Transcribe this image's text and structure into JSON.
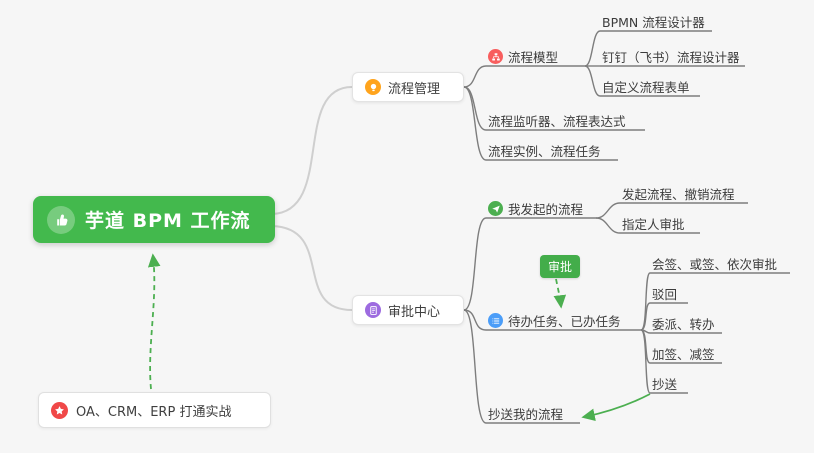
{
  "root": {
    "label": "芋道 BPM 工作流"
  },
  "note": {
    "label": "OA、CRM、ERP 打通实战"
  },
  "process": {
    "label": "流程管理",
    "model": {
      "label": "流程模型"
    },
    "bpmn": {
      "label": "BPMN 流程设计器"
    },
    "dingtalk": {
      "label": "钉钉（飞书）流程设计器"
    },
    "custom_form": {
      "label": "自定义流程表单"
    },
    "listener": {
      "label": "流程监听器、流程表达式"
    },
    "instance": {
      "label": "流程实例、流程任务"
    }
  },
  "approval": {
    "label": "审批中心",
    "my_initiated": {
      "label": "我发起的流程"
    },
    "initiate_cancel": {
      "label": "发起流程、撤销流程"
    },
    "assignee": {
      "label": "指定人审批"
    },
    "tasks": {
      "label": "待办任务、已办任务"
    },
    "countersign": {
      "label": "会签、或签、依次审批"
    },
    "reject": {
      "label": "驳回"
    },
    "delegate": {
      "label": "委派、转办"
    },
    "add_sign": {
      "label": "加签、减签"
    },
    "cc": {
      "label": "抄送"
    },
    "cc_my": {
      "label": "抄送我的流程"
    },
    "badge": {
      "label": "审批"
    }
  },
  "colors": {
    "root_bg": "#43b94d",
    "badge_bg": "#43ad4a",
    "arrow_green": "#4caf50",
    "icon_orange": "#ffa41d",
    "icon_red": "#f85e5e",
    "icon_purple": "#9d6be0",
    "icon_blue": "#4b9df8",
    "icon_green": "#4caf50",
    "line_light": "#cfcfcf",
    "line_dark": "#7d7d7d"
  },
  "icons": {
    "root": "thumbs-up-icon",
    "note": "star-icon",
    "process": "lightbulb-icon",
    "process_model": "sitemap-icon",
    "approval_center": "document-icon",
    "my_initiated": "send-icon",
    "tasks": "list-icon"
  }
}
